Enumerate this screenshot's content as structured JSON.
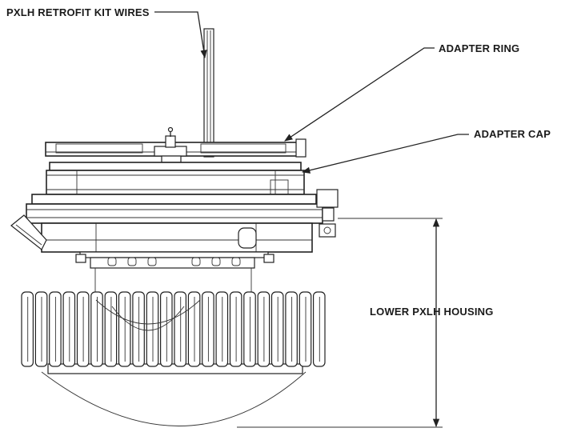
{
  "labels": {
    "wires": "PXLH RETROFIT KIT WIRES",
    "adapter_ring": "ADAPTER RING",
    "adapter_cap": "ADAPTER CAP",
    "lower_housing": "LOWER PXLH HOUSING"
  },
  "colors": {
    "line": "#222222",
    "background": "#ffffff"
  }
}
